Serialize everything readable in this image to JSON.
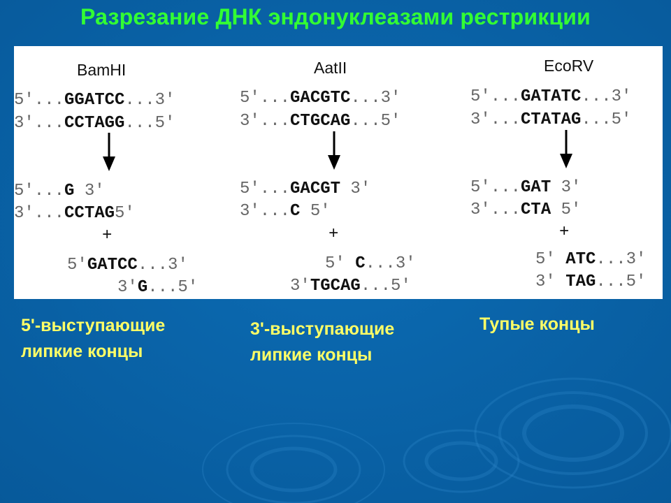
{
  "title": "Разрезание ДНК эндонуклеазами рестрикции",
  "columns": [
    {
      "enzyme": "BamHI",
      "top": [
        [
          "5'...",
          "GGATCC",
          "...3'"
        ],
        [
          "3'...",
          "CCTAGG",
          "...5'"
        ]
      ],
      "mid": [
        [
          "5'...",
          "G",
          " 3'"
        ],
        [
          "3'...",
          "CCTAG",
          "5'"
        ]
      ],
      "plus": "+",
      "bottom": [
        [
          "5'",
          "GATCC",
          "...3'"
        ],
        [
          "3'",
          "G",
          "...5'"
        ]
      ],
      "caption": [
        "5'-выступающие",
        "липкие концы"
      ]
    },
    {
      "enzyme": "AatII",
      "top": [
        [
          "5'...",
          "GACGTC",
          "...3'"
        ],
        [
          "3'...",
          "CTGCAG",
          "...5'"
        ]
      ],
      "mid": [
        [
          "5'...",
          "GACGT",
          " 3'"
        ],
        [
          "3'...",
          "C",
          " 5'"
        ]
      ],
      "plus": "+",
      "bottom": [
        [
          "5' ",
          "C",
          "...3'"
        ],
        [
          "3'",
          "TGCAG",
          "...5'"
        ]
      ],
      "caption": [
        "3'-выступающие",
        "липкие концы"
      ]
    },
    {
      "enzyme": "EcoRV",
      "top": [
        [
          "5'...",
          "GATATC",
          "...3'"
        ],
        [
          "3'...",
          "CTATAG",
          "...5'"
        ]
      ],
      "mid": [
        [
          "5'...",
          "GAT",
          " 3'"
        ],
        [
          "3'...",
          "CTA",
          " 5'"
        ]
      ],
      "plus": "+",
      "bottom": [
        [
          "5' ",
          "ATC",
          "...3'"
        ],
        [
          "3' ",
          "TAG",
          "...5'"
        ]
      ],
      "caption": [
        "Тупые концы"
      ]
    }
  ],
  "colors": {
    "background": "#0a63a7",
    "title": "#33ff33",
    "caption": "#ffff66",
    "panel": "#ffffff",
    "bases": "#111111",
    "ends": "#666666"
  }
}
